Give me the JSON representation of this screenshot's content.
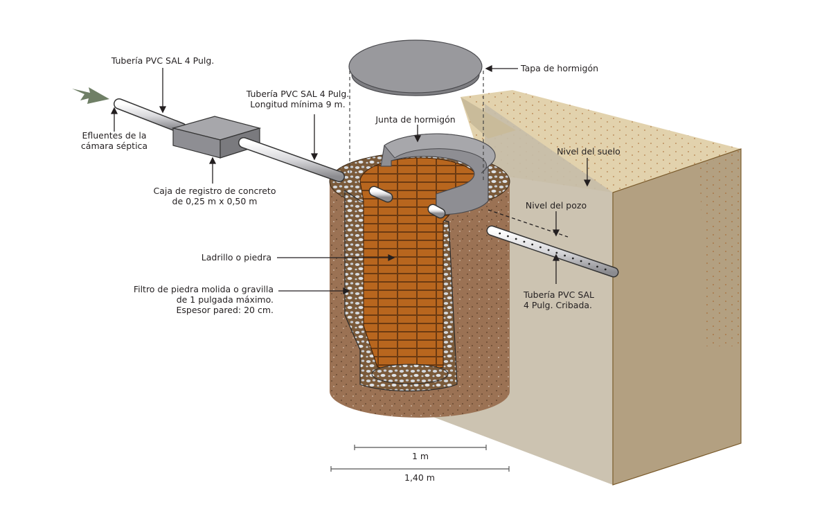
{
  "title": "Pozo de absorción (pozo percolador)",
  "labels": {
    "pipe_inlet": "Tubería PVC SAL 4 Pulg.",
    "effluent_line1": "Efluentes de la",
    "effluent_line2": "cámara séptica",
    "pipe_main_line1": "Tubería PVC SAL 4 Pulg.",
    "pipe_main_line2": "Longitud mínima 9 m.",
    "junction_box_line1": "Caja de registro de concreto",
    "junction_box_line2": "de 0,25 m x 0,50 m",
    "concrete_lid": "Tapa de hormigón",
    "concrete_joint": "Junta de hormigón",
    "ground_level": "Nivel del suelo",
    "well_level": "Nivel del pozo",
    "brick": "Ladrillo o piedra",
    "filter_line1": "Filtro de piedra molida o gravilla",
    "filter_line2": "de 1 pulgada máximo.",
    "filter_line3": "Espesor pared: 20 cm.",
    "screened_pipe_line1": "Tubería PVC SAL",
    "screened_pipe_line2": "4 Pulg. Cribada.",
    "dim_inner": "1 m",
    "dim_outer": "1,40 m"
  },
  "colors": {
    "flow_arrow": "#6f7f66",
    "concrete": "#8e8e93",
    "concrete_light": "#a7a7ab",
    "soil_outer": "#9b7254",
    "brick": "#b8661e",
    "brick_mortar": "#6b3a12",
    "gravel_bg": "#7a5a3a",
    "ground_top": "#e2d2ad",
    "ground_side": "#b3a081",
    "ground_cut": "#c7bda9",
    "pipe": "#e6e6e8",
    "text": "#231f20"
  }
}
